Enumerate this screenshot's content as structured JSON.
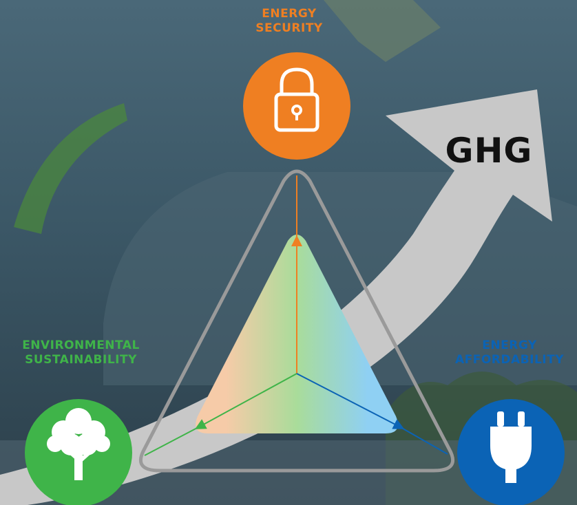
{
  "diagram": {
    "ghg_label": "GHG",
    "nodes": {
      "security": {
        "line1": "ENERGY",
        "line2": "SECURITY",
        "color": "#ef7f22",
        "icon": "padlock-icon"
      },
      "environment": {
        "line1": "ENVIRONMENTAL",
        "line2": "SUSTAINABILITY",
        "color": "#3fb449",
        "icon": "tree-icon"
      },
      "affordability": {
        "line1": "ENERGY",
        "line2": "AFFORDABILITY",
        "color": "#0b63b5",
        "icon": "plug-icon"
      }
    },
    "colors": {
      "ghg_arrow": "#c8c8c8",
      "triangle_outline": "#9a9a9a",
      "gradient_left": "#f6cba8",
      "gradient_mid": "#a9dc9a",
      "gradient_right": "#8fd0f3",
      "label_security": "#ef7f22",
      "label_environment": "#3fb449",
      "label_affordability": "#0b63b5"
    }
  }
}
